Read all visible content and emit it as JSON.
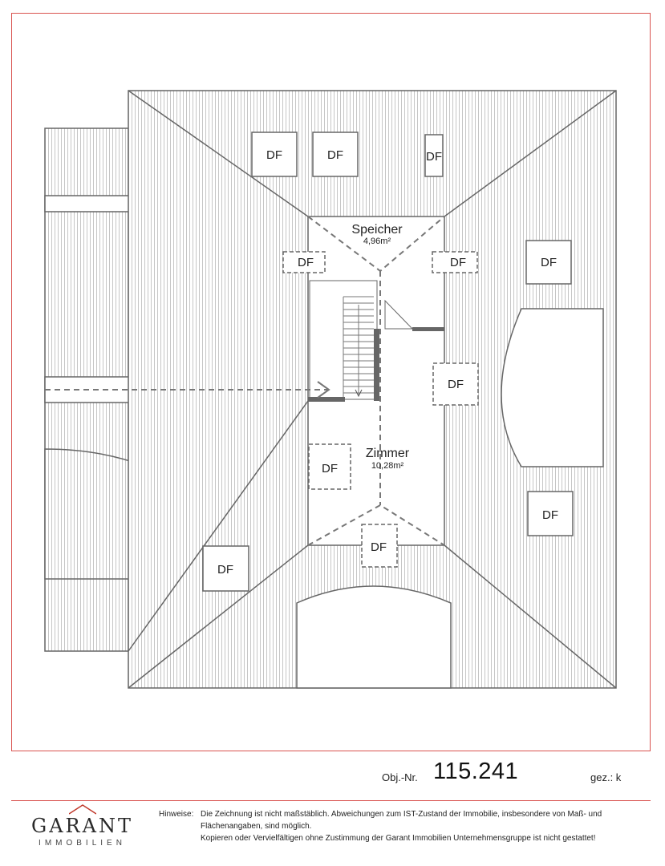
{
  "rooms": [
    {
      "name": "Speicher",
      "area": "4,96m²"
    },
    {
      "name": "Zimmer",
      "area": "10,28m²"
    }
  ],
  "skylight_label": "DF",
  "footer": {
    "objnr_label": "Obj.-Nr.",
    "objnr_value": "115.241",
    "drawn_by": "gez.: k",
    "notes_label": "Hinweise:",
    "notes_lines": [
      "Die Zeichnung ist nicht maßstäblich. Abweichungen zum IST-Zustand der Immobilie, insbesondere von Maß- und",
      "Flächenangaben, sind möglich.",
      "Kopieren oder Vervielfältigen ohne Zustimmung der Garant Immobilien Unternehmensgruppe ist nicht gestattet!"
    ]
  },
  "logo": {
    "main": "GARANT",
    "sub": "IMMOBILIEN"
  },
  "colors": {
    "frame": "#d9534f",
    "walls": "#555555",
    "hatch": "#9a9a9a",
    "logo_accent": "#c0392b"
  }
}
